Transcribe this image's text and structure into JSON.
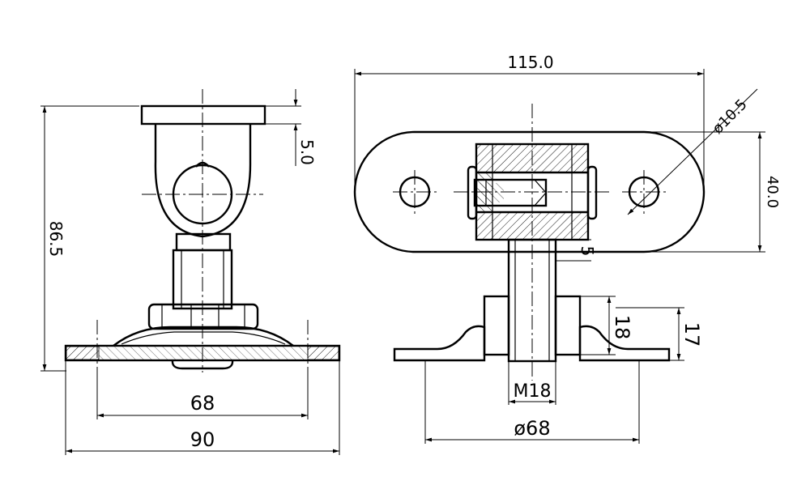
{
  "drawing": {
    "dimensions": {
      "total_height": "86.5",
      "top_plate_thickness": "5.0",
      "base_hole_spacing": "68",
      "base_width": "90",
      "plate_length": "115.0",
      "hole_diameter": "ø10.5",
      "plate_width": "40.0",
      "small_gap": "5",
      "nut_height": "18",
      "base_height": "17",
      "thread": "M18",
      "base_diameter": "ø68"
    }
  }
}
